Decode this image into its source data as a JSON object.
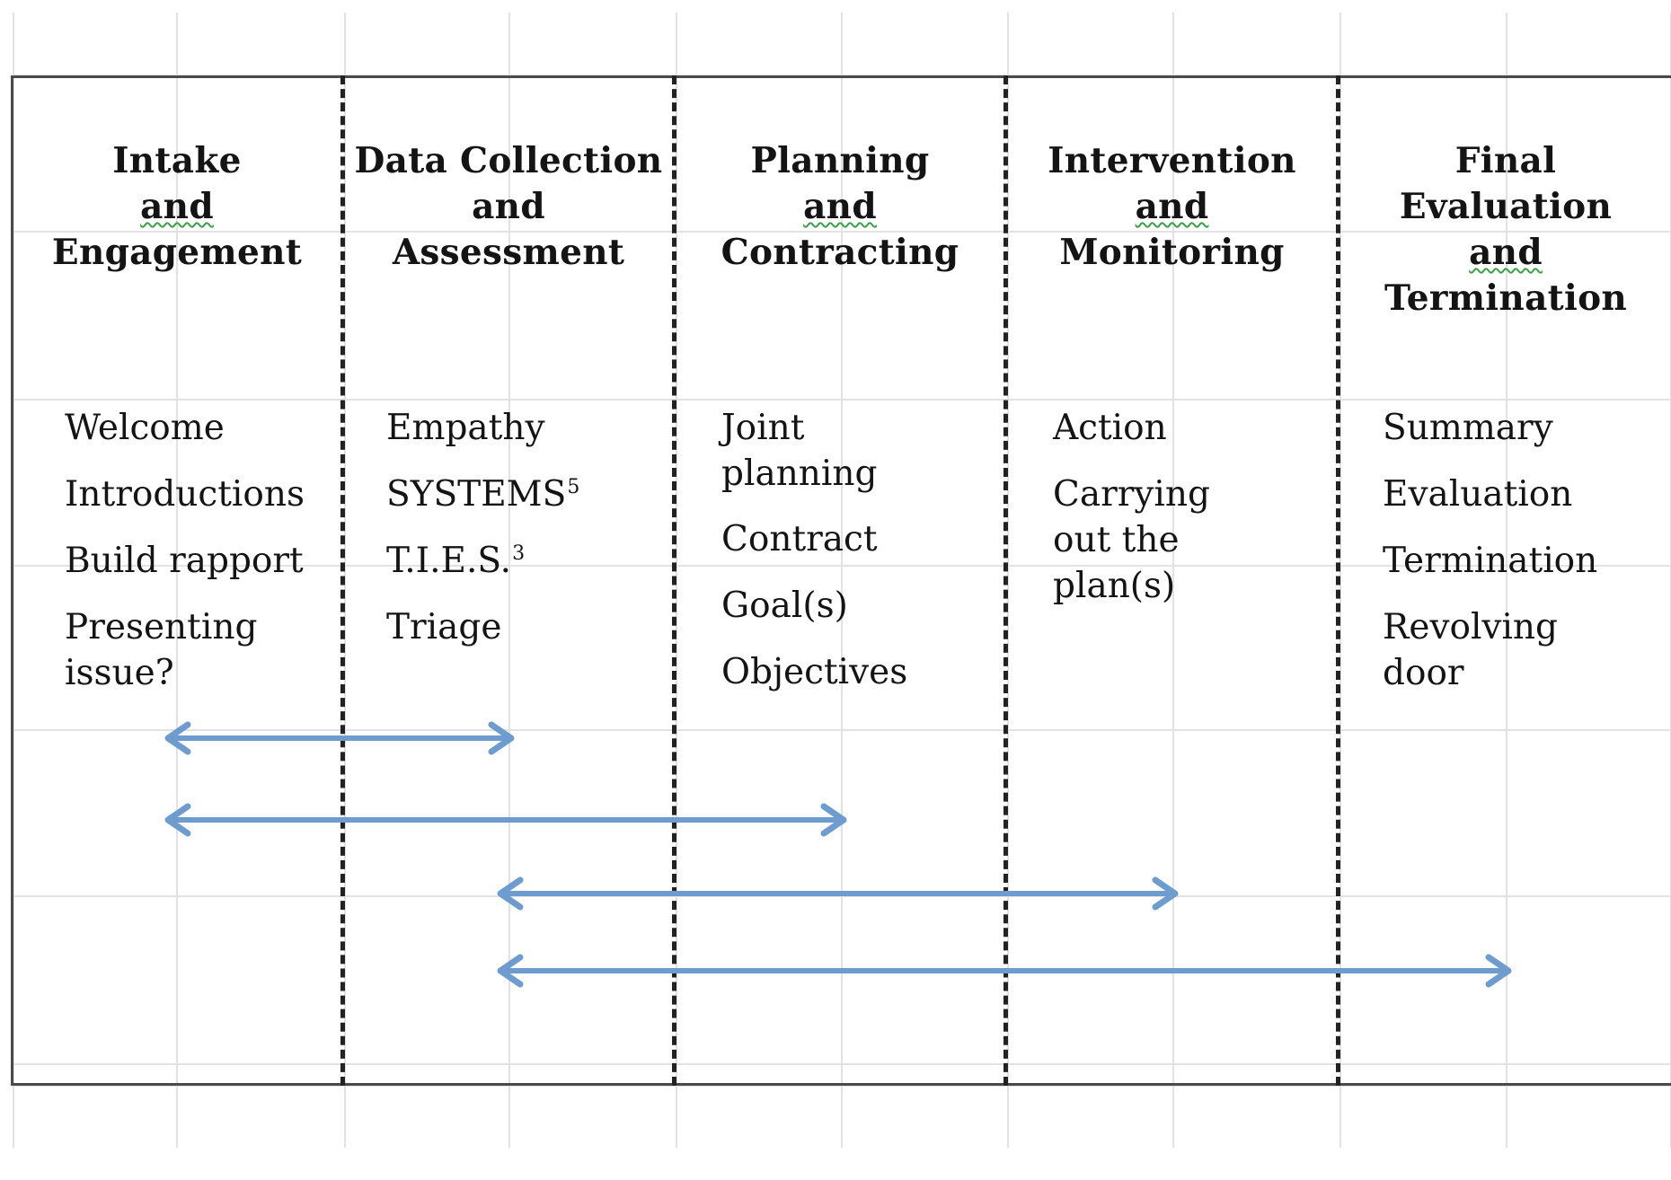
{
  "colors": {
    "arrow": "#6e9ccf",
    "divider": "#222222",
    "frame": "#4a4a4a",
    "background_grid": "#e2e2e2",
    "spell_check_underline": "#3aa04a"
  },
  "stages": [
    {
      "id": "intake",
      "title_lines": [
        "Intake",
        "and",
        "Engagement"
      ],
      "items": [
        "Welcome",
        "Introductions",
        "Build rapport",
        "Presenting issue?"
      ]
    },
    {
      "id": "data-collection",
      "title_lines": [
        "Data Collection",
        "and",
        "Assessment"
      ],
      "items": [
        "Empathy",
        "SYSTEMS",
        "T.I.E.S.",
        "Triage"
      ],
      "superscripts": {
        "1": "5",
        "2": "3"
      }
    },
    {
      "id": "planning",
      "title_lines": [
        "Planning",
        "and",
        "Contracting"
      ],
      "items": [
        "Joint planning",
        "Contract",
        "Goal(s)",
        "Objectives"
      ]
    },
    {
      "id": "intervention",
      "title_lines": [
        "Intervention",
        "and",
        "Monitoring"
      ],
      "items": [
        "Action",
        "Carrying out the plan(s)"
      ]
    },
    {
      "id": "final-evaluation",
      "title_lines": [
        "Final",
        "Evaluation",
        "and",
        "Termination"
      ],
      "items": [
        "Summary",
        "Evaluation",
        "Termination",
        "Revolving door"
      ]
    }
  ],
  "spans": [
    {
      "from": "intake",
      "to": "data-collection"
    },
    {
      "from": "intake",
      "to": "planning"
    },
    {
      "from": "data-collection",
      "to": "intervention"
    },
    {
      "from": "data-collection",
      "to": "final-evaluation"
    }
  ]
}
